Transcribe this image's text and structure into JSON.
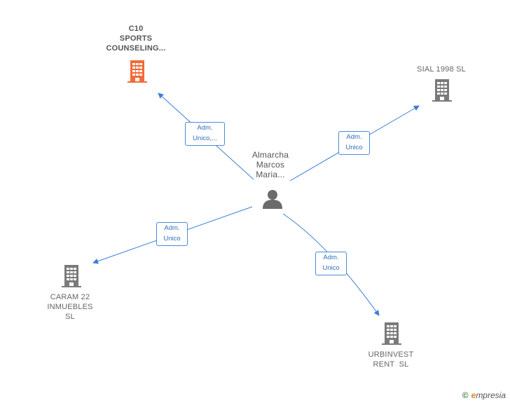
{
  "center": {
    "label_lines": [
      "Almarcha",
      "Marcos",
      "Maria..."
    ],
    "icon": "person-icon"
  },
  "companies": [
    {
      "id": "c10",
      "label_lines": [
        "C10",
        "SPORTS",
        "COUNSELING..."
      ],
      "icon": "building-icon",
      "color": "#f26a38",
      "bold": true
    },
    {
      "id": "sial",
      "label_lines": [
        "SIAL 1998 SL"
      ],
      "icon": "building-icon",
      "color": "#7a7a7a",
      "bold": false
    },
    {
      "id": "caram",
      "label_lines": [
        "CARAM 22",
        "INMUEBLES",
        "SL"
      ],
      "icon": "building-icon",
      "color": "#7a7a7a",
      "bold": false
    },
    {
      "id": "urbinvest",
      "label_lines": [
        "URBINVEST",
        "RENT  SL"
      ],
      "icon": "building-icon",
      "color": "#7a7a7a",
      "bold": false
    }
  ],
  "relations": [
    {
      "to": "c10",
      "label_lines": [
        "Adm.",
        "Unico,..."
      ]
    },
    {
      "to": "sial",
      "label_lines": [
        "Adm.",
        "Unico"
      ]
    },
    {
      "to": "caram",
      "label_lines": [
        "Adm.",
        "Unico"
      ]
    },
    {
      "to": "urbinvest",
      "label_lines": [
        "Adm.",
        "Unico"
      ]
    }
  ],
  "colors": {
    "edge": "#3a7fd5",
    "person": "#6b6b6b"
  },
  "footer": {
    "copyright": "©",
    "brand_first": "e",
    "brand_rest": "mpresia"
  }
}
